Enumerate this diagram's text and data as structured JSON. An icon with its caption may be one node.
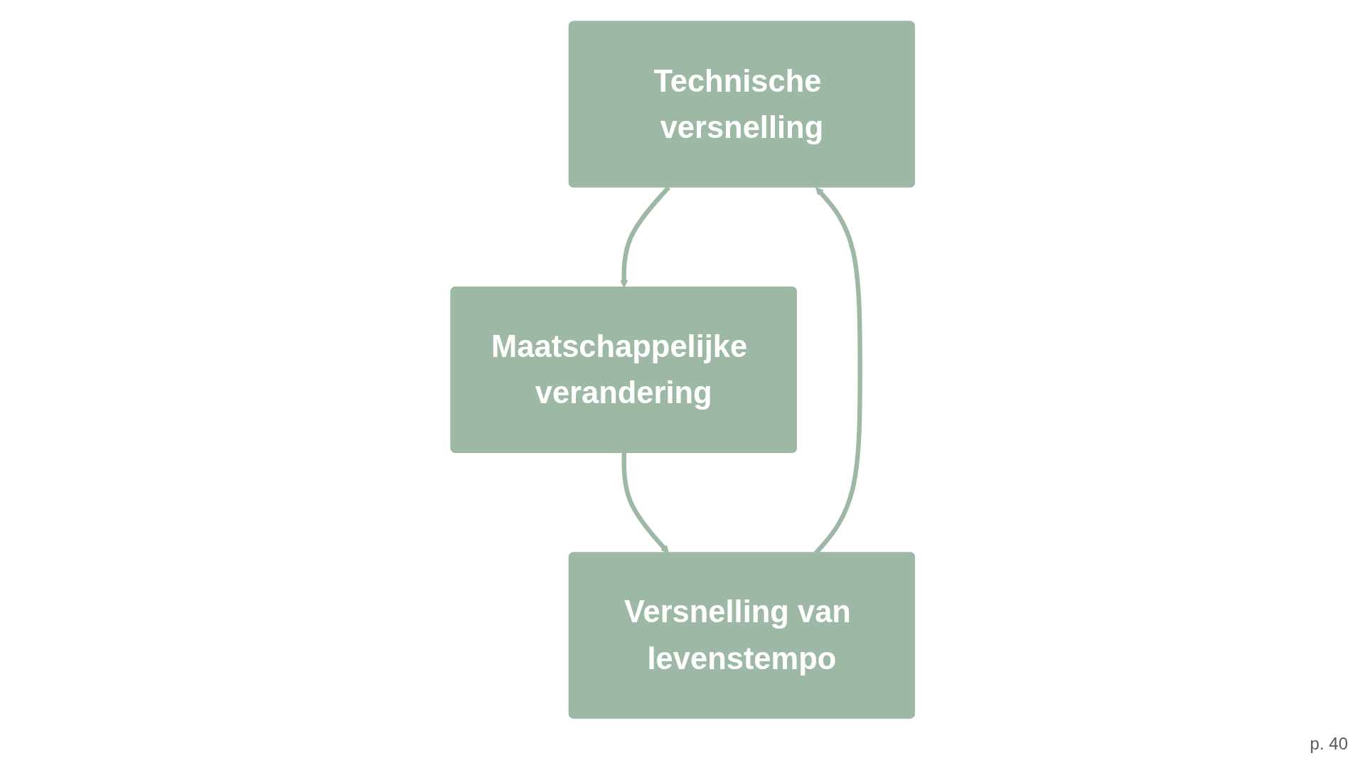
{
  "diagram": {
    "nodes": [
      {
        "text": [
          "Technische versnelling"
        ]
      },
      {
        "text": [
          "Versnelling van levenstempo"
        ]
      },
      {
        "text": [
          "Maatschappelijke verandering"
        ]
      }
    ],
    "edges": [
      {
        "from": 0,
        "to": 2,
        "arrow": "to"
      },
      {
        "from": 2,
        "to": 1,
        "arrow": "to"
      },
      {
        "from": 1,
        "to": 0,
        "arrow": "to"
      }
    ],
    "labels": [
      "p. 40"
    ]
  }
}
